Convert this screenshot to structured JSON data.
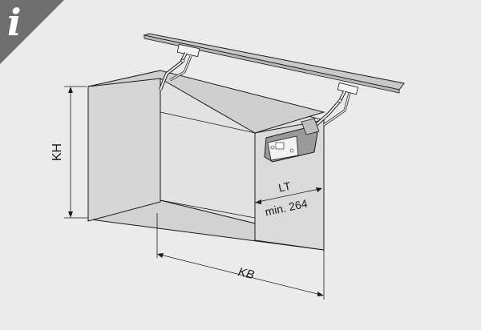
{
  "badge": {
    "glyph": "i",
    "icon": "info-icon"
  },
  "dimensions": {
    "height": "KH",
    "width": "KB",
    "depth": "LT",
    "depth_min": "min. 264"
  },
  "colors": {
    "background": "#ebebeb",
    "cabinet": "#d6d6d6",
    "interior": "#e2e2e2",
    "badge": "#6e6e6e",
    "line": "#1a1a1a"
  }
}
